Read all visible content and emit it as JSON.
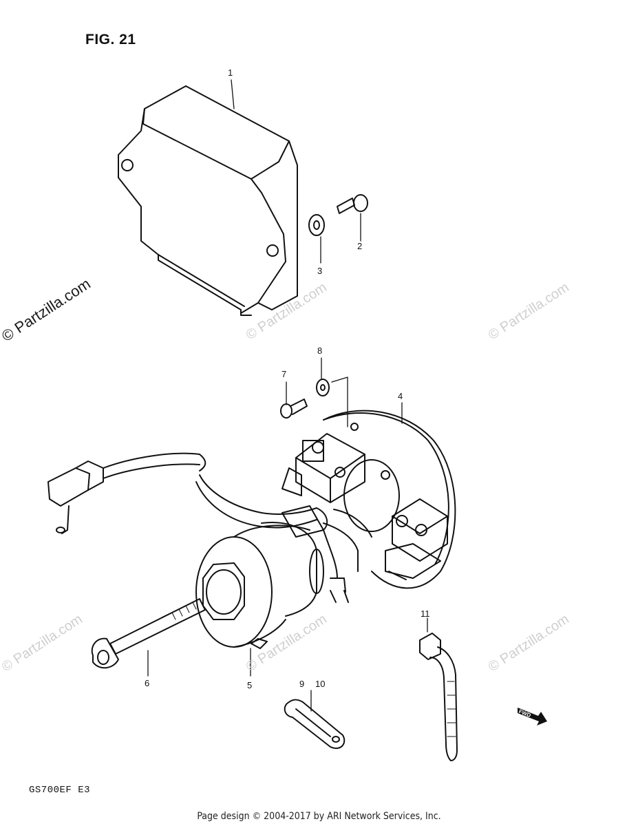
{
  "figure": {
    "title": "FIG. 21",
    "model": "GS700EF  E3"
  },
  "callouts": [
    "1",
    "2",
    "3",
    "4",
    "5",
    "6",
    "7",
    "8",
    "9",
    "10",
    "11"
  ],
  "watermarks": {
    "main": "© Partzilla.com",
    "faint": "© Partzilla.com"
  },
  "badge": "FWD",
  "footer": "Page design © 2004-2017 by ARI Network Services, Inc."
}
